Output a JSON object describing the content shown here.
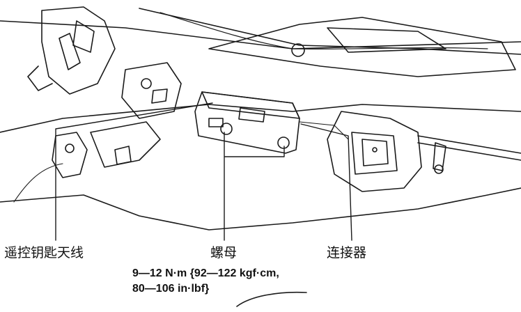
{
  "labels": {
    "antenna": "遥控钥匙天线",
    "nut": "螺母",
    "connector": "连接器"
  },
  "torque_spec": {
    "line1": "9—12 N·m {92—122 kgf·cm,",
    "line2": "80—106 in·lbf}"
  },
  "colors": {
    "line": "#1a1a1a",
    "background": "#ffffff"
  }
}
